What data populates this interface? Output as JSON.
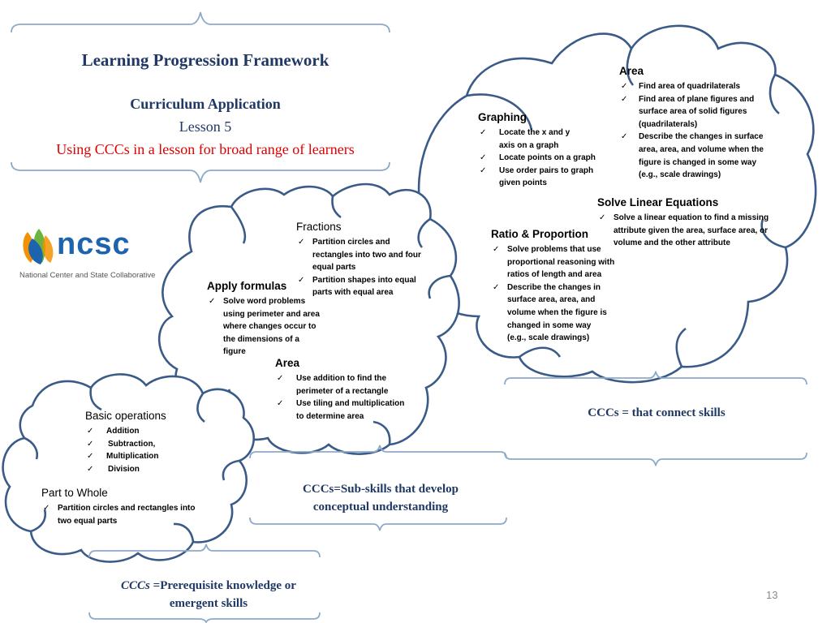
{
  "header": {
    "title": "Learning Progression Framework",
    "subtitle": "Curriculum Application",
    "lesson": "Lesson 5",
    "tagline": "Using CCCs in a lesson for broad range of learners"
  },
  "logo": {
    "wordmark": "ncsc",
    "org_name": "National Center and State Collaborative"
  },
  "clouds": {
    "area_top": {
      "heading": "Area",
      "items": [
        "Find area of quadrilaterals",
        "Find area of plane figures and surface area of solid figures (quadrilaterals)",
        "Describe the changes in surface area, area, and volume when the figure is changed in some way (e.g., scale drawings)"
      ]
    },
    "graphing": {
      "heading": "Graphing",
      "items": [
        "Locate the x and y axis on a graph",
        "Locate points on a graph",
        "Use order pairs to graph given points"
      ]
    },
    "linear_equations": {
      "heading": "Solve Linear Equations",
      "items": [
        "Solve a linear equation to find a missing attribute given the area, surface area, or volume and the other attribute"
      ]
    },
    "ratio": {
      "heading": "Ratio & Proportion",
      "items": [
        "Solve problems that use proportional reasoning with ratios of length and area",
        "Describe the changes in surface area, area, and volume when the figure is changed in some way (e.g., scale drawings)"
      ]
    },
    "fractions": {
      "heading": "Fractions",
      "items": [
        "Partition circles and rectangles into two and four equal parts",
        "Partition shapes into equal parts with equal area"
      ]
    },
    "formulas": {
      "heading": "Apply formulas",
      "items": [
        "Solve word problems using perimeter and area where changes occur to the dimensions of a figure"
      ]
    },
    "area_mid": {
      "heading": "Area",
      "items": [
        "Use addition to find the perimeter of a rectangle",
        "Use tiling and multiplication to determine area"
      ]
    },
    "basic_ops": {
      "heading": "Basic operations",
      "items": [
        "Addition",
        "Subtraction,",
        "Multiplication",
        "Division"
      ]
    },
    "part_whole": {
      "heading": "Part to Whole",
      "items": [
        "Partition circles and rectangles into two equal parts"
      ]
    }
  },
  "captions": {
    "connect": "CCCs = that connect skills",
    "subskills": "CCCs=Sub-skills that develop conceptual understanding",
    "prereq_em": "CCCs",
    "prereq_rest": " =Prerequisite knowledge or emergent skills"
  },
  "page_number": "13",
  "colors": {
    "cloud_stroke": "#3a5b87",
    "bracket_stroke": "#8eaac9",
    "title_navy": "#1f3864",
    "tagline_red": "#e00000",
    "logo_blue": "#1d63ad",
    "logo_orange": "#f39200",
    "logo_green": "#6cb33f"
  }
}
